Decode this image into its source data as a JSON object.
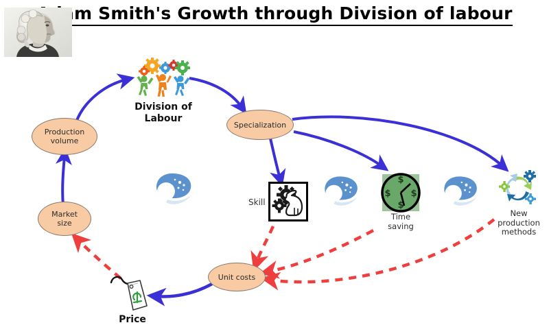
{
  "title": {
    "text": "Adam Smith's Growth through Division of labour"
  },
  "portrait": {
    "alt": "Adam Smith engraved portrait"
  },
  "colors": {
    "ellipse_fill": "#f8cba4",
    "ellipse_stroke": "#8a7a6d",
    "positive_arrow": "#3b30d6",
    "negative_arrow": "#ef3e3e",
    "clock_green": "#6aa86a",
    "clock_bg": "#9dc49d",
    "watermark_blue": "#3b7fc4"
  },
  "nodes": [
    {
      "id": "production_volume",
      "label": "Production\nvolume",
      "line1": "Production",
      "line2": "volume",
      "type": "ellipse"
    },
    {
      "id": "division_of_labour",
      "label": "Division of\nLabour",
      "line1": "Division of",
      "line2": "Labour",
      "type": "icon",
      "icon": "three-people-gears-icon"
    },
    {
      "id": "specialization",
      "label": "Specialization",
      "line1": "Specialization",
      "line2": "",
      "type": "ellipse"
    },
    {
      "id": "skill",
      "label": "Skill",
      "line1": "Skill",
      "line2": "",
      "type": "icon",
      "icon": "gears-hand-icon"
    },
    {
      "id": "time_saving",
      "label": "Time\nsaving",
      "line1": "Time",
      "line2": "saving",
      "type": "icon",
      "icon": "dollar-clock-icon"
    },
    {
      "id": "new_production_methods",
      "label": "New\nproduction\nmethods",
      "line1": "New",
      "line2": "production",
      "line3": "methods",
      "type": "icon",
      "icon": "recycle-gears-icon"
    },
    {
      "id": "unit_costs",
      "label": "Unit costs",
      "line1": "Unit costs",
      "line2": "",
      "type": "ellipse"
    },
    {
      "id": "price",
      "label": "Price",
      "line1": "Price",
      "line2": "",
      "type": "icon",
      "icon": "price-tag-icon"
    },
    {
      "id": "market_size",
      "label": "Market\nsize",
      "line1": "Market",
      "line2": "size",
      "type": "ellipse"
    }
  ],
  "edges": [
    {
      "from": "production_volume",
      "to": "division_of_labour",
      "style": "solid",
      "color": "#3b30d6"
    },
    {
      "from": "division_of_labour",
      "to": "specialization",
      "style": "solid",
      "color": "#3b30d6"
    },
    {
      "from": "specialization",
      "to": "skill",
      "style": "solid",
      "color": "#3b30d6"
    },
    {
      "from": "specialization",
      "to": "time_saving",
      "style": "solid",
      "color": "#3b30d6"
    },
    {
      "from": "specialization",
      "to": "new_production_methods",
      "style": "solid",
      "color": "#3b30d6"
    },
    {
      "from": "skill",
      "to": "unit_costs",
      "style": "dashed",
      "color": "#ef3e3e"
    },
    {
      "from": "time_saving",
      "to": "unit_costs",
      "style": "dashed",
      "color": "#ef3e3e"
    },
    {
      "from": "new_production_methods",
      "to": "unit_costs",
      "style": "dashed",
      "color": "#ef3e3e"
    },
    {
      "from": "unit_costs",
      "to": "price",
      "style": "solid",
      "color": "#3b30d6"
    },
    {
      "from": "price",
      "to": "market_size",
      "style": "dashed",
      "color": "#ef3e3e"
    },
    {
      "from": "market_size",
      "to": "production_volume",
      "style": "solid",
      "color": "#3b30d6"
    }
  ],
  "watermarks": {
    "count": 3,
    "name": "snowball-logo-watermark"
  }
}
